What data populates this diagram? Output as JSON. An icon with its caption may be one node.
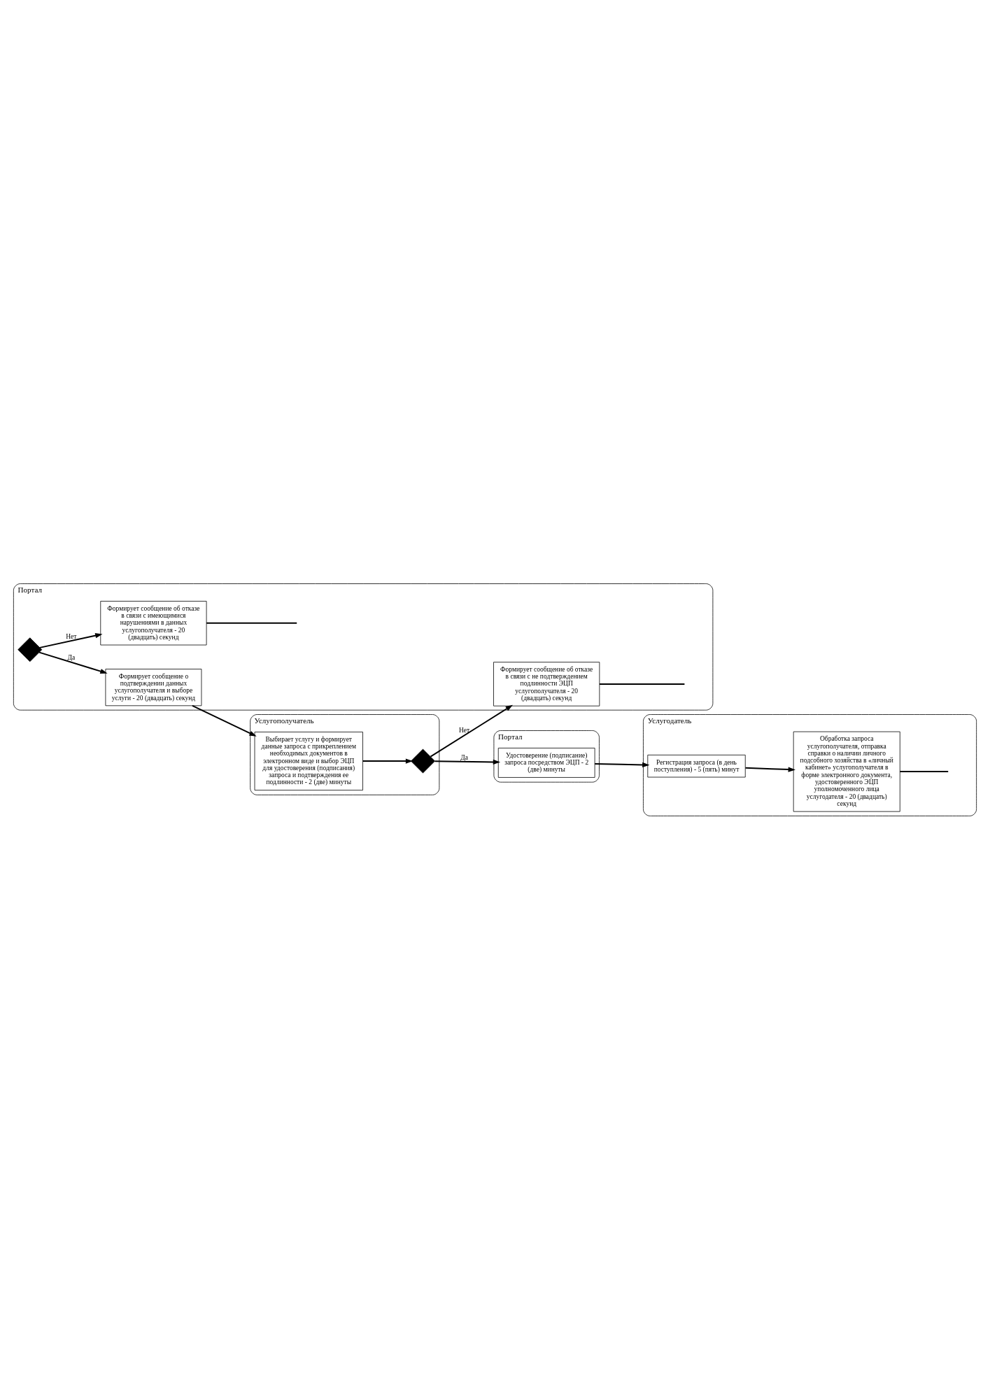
{
  "diagram": {
    "nodes": [
      {
        "text": [
          "Услугодатель"
        ]
      },
      {
        "text": [
          "Регистрация запроса (в день поступления) - 5 (пять) минут"
        ],
        "in": 0
      },
      {
        "text": [
          "Обработка запроса услугополучателя, отправка справки о наличии личного подсобного хозяйства в «личный кабинет» услугополучателя в форме электронного документа, удостоверенного ЭЦП уполномоченного лица услугодателя - 20 (двадцать) секунд"
        ],
        "in": 0
      },
      {
        "text": [
          "Портал"
        ]
      },
      {
        "text": [
          "Удостоверение (подписание) запроса посредством ЭЦП - 2 (две) минуты"
        ],
        "in": 3
      },
      {
        "text": [
          "Услугополучатель"
        ]
      },
      {
        "text": [
          "Выбирает услугу и формирует данные запроса с прикреплением необходимых документов в электронном виде и выбор ЭЦП для удостоверения (подписания) запроса и подтверждения ее подлинности - 2 (две) минуты"
        ],
        "in": 5
      },
      {
        "text": [],
        "shape": "diamond",
        "in": 5
      },
      {
        "text": [
          "Портал"
        ]
      },
      {
        "text": [
          "Формирует сообщение о подтверждении данных услугополучателя и выборе услуги - 20 (двадцать) секунд"
        ],
        "in": 8
      },
      {
        "text": [
          "Формирует сообщение об отказе в связи с имеющимися нарушениями в данных услугополучателя - 20 (двадцать) секунд"
        ],
        "in": 8
      },
      {
        "text": [
          "Формирует сообщение об отказе в связи с не подтверждением подлинности ЭЦП услугополучателя - 20 (двадцать) секунд"
        ],
        "in": 8
      },
      {
        "text": [],
        "shape": "diamond",
        "in": 8
      }
    ],
    "edges": [
      {
        "from": 12,
        "to": 9,
        "arrow": "to",
        "label": "Да"
      },
      {
        "from": 12,
        "to": 10,
        "arrow": "to",
        "label": "Нет"
      },
      {
        "from": 9,
        "to": 6,
        "arrow": "to"
      },
      {
        "from": 6,
        "to": 7,
        "arrow": "to"
      },
      {
        "from": 7,
        "to": 4,
        "arrow": "to",
        "label": "Да"
      },
      {
        "from": 7,
        "to": 11,
        "arrow": "to",
        "label": "Нет"
      },
      {
        "from": 4,
        "to": 1,
        "arrow": "to"
      },
      {
        "from": 1,
        "to": 2,
        "arrow": "to"
      },
      {
        "from": 2,
        "to": null,
        "arrow": "none"
      },
      {
        "from": 10,
        "to": null,
        "arrow": "none"
      },
      {
        "from": 11,
        "to": null,
        "arrow": "none"
      }
    ]
  }
}
